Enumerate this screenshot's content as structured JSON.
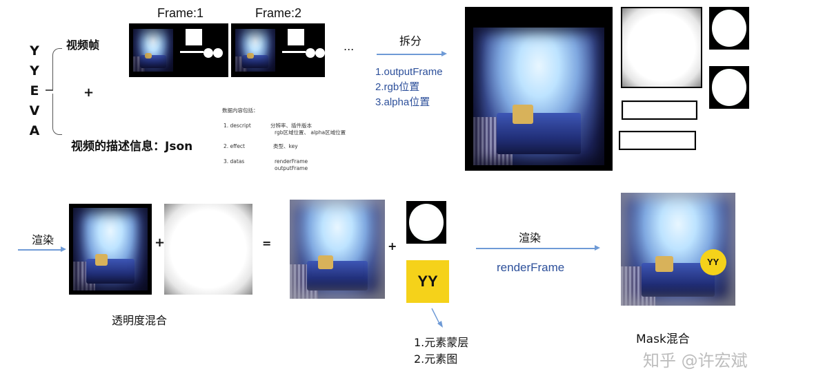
{
  "left_letters": [
    "Y",
    "Y",
    "E",
    "V",
    "A"
  ],
  "video_frames_label": "视频帧",
  "plus": "+",
  "equals": "=",
  "json_label": "视频的描述信息：Json",
  "frames": [
    {
      "label": "Frame:1"
    },
    {
      "label": "Frame:2"
    }
  ],
  "ellipsis": "...",
  "split_label": "拆分",
  "split_items": [
    "1.outputFrame",
    "2.rgb位置",
    "3.alpha位置"
  ],
  "json_content": {
    "title": "数据内容包括：",
    "rows": [
      {
        "key": "1. descript",
        "value": "分辨率、插件版本",
        "value2": "rgb区域位置、 alpha区域位置"
      },
      {
        "key": "2. effect",
        "value": "类型、key",
        "value2": ""
      },
      {
        "key": "3. datas",
        "value": "renderFrame",
        "value2": "outputFrame"
      }
    ]
  },
  "render_label_left": "渲染",
  "alpha_blend_label": "透明度混合",
  "render_label_right": "渲染",
  "render_frame_label": "renderFrame",
  "yy_text": "YY",
  "element_labels": [
    "1.元素蒙层",
    "2.元素图"
  ],
  "mask_blend_label": "Mask混合",
  "watermark": "知乎 @许宏斌",
  "colors": {
    "accent_blue": "#2c4f9a",
    "arrow_blue": "#6e9ad6",
    "yellow": "#f5d21a"
  }
}
